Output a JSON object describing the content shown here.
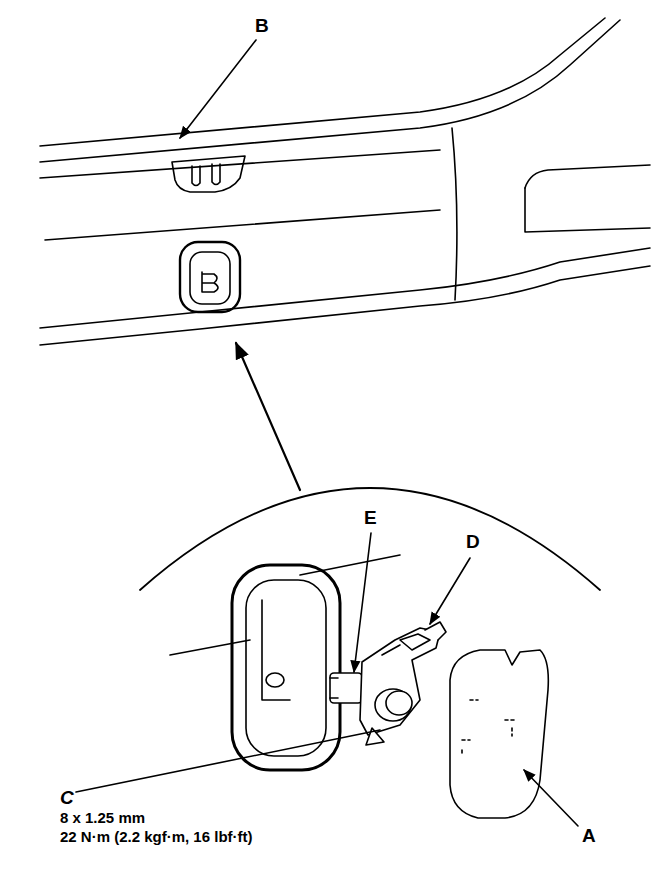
{
  "diagram": {
    "labels": [
      "B",
      "E",
      "D",
      "C",
      "8 x 1.25 mm",
      "22 N·m (2.2 kgf·m, 16 lbf·ft)",
      "A"
    ]
  }
}
